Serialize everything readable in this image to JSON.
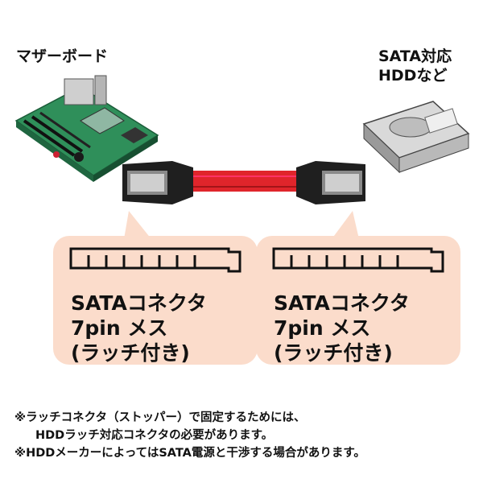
{
  "labels": {
    "motherboard": "マザーボード",
    "hdd_line1": "SATA対応",
    "hdd_line2": "HDDなど"
  },
  "connectors": [
    {
      "line1": "SATAコネクタ",
      "line2": "7pin  メス",
      "line3": "(ラッチ付き)"
    },
    {
      "line1": "SATAコネクタ",
      "line2": "7pin  メス",
      "line3": "(ラッチ付き)"
    }
  ],
  "notes": {
    "note1_line1": "※ラッチコネクタ（ストッパー）で固定するためには、",
    "note1_line2": "HDDラッチ対応コネクタの必要があります。",
    "note2": "※HDDメーカーによってはSATA電源と干渉する場合があります。"
  },
  "colors": {
    "cable": "#e0252b",
    "box": "#fbdccb",
    "pcb": "#2f8f5a",
    "connector": "#1f1f1f"
  },
  "icons": [
    "motherboard-illustration",
    "hdd-illustration",
    "sata-cable-illustration",
    "sata-port-icon"
  ]
}
